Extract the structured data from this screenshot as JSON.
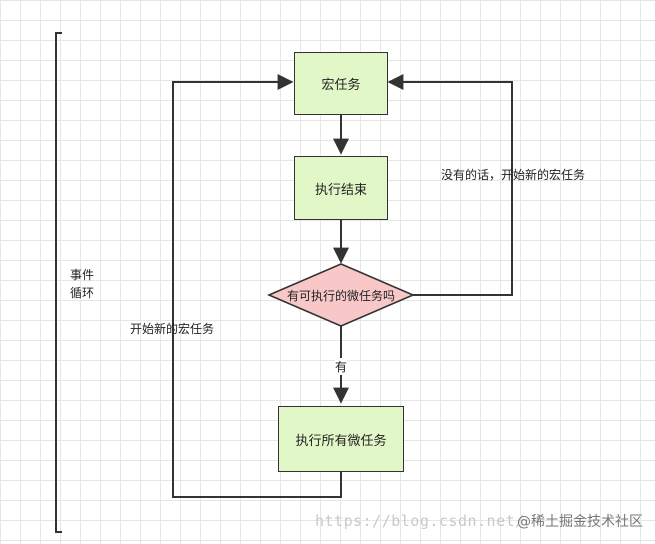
{
  "loop": {
    "label_line1": "事件",
    "label_line2": "循环"
  },
  "nodes": {
    "macro_task": "宏任务",
    "execution_end": "执行结束",
    "decision": "有可执行的微任务吗",
    "run_micro": "执行所有微任务"
  },
  "edges": {
    "no_label": "没有的话，开始新的宏任务",
    "yes_label": "有",
    "loop_back_label": "开始新的宏任务"
  },
  "watermark": {
    "url": "https://blog.csdn.net/",
    "brand": "@稀土掘金技术社区"
  },
  "colors": {
    "box_fill": "#e2f7c8",
    "diamond_fill": "#f8c8c8",
    "stroke": "#333333"
  }
}
